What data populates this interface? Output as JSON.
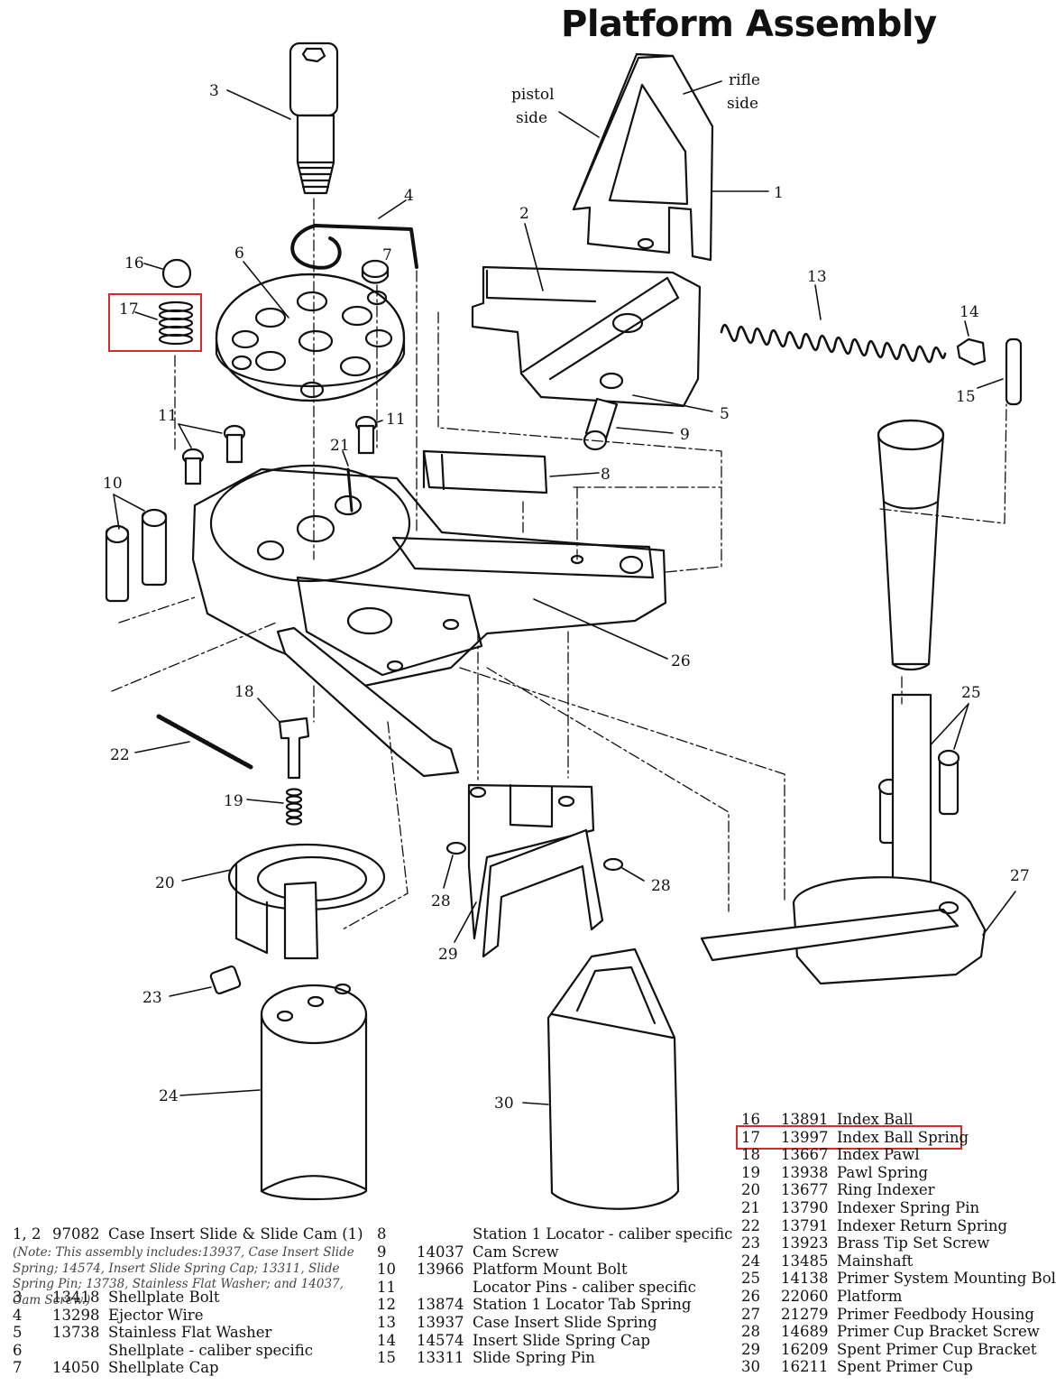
{
  "title": "Platform Assembly",
  "part_callouts": {
    "n1": "1",
    "n2": "2",
    "n3": "3",
    "n4": "4",
    "n5": "5",
    "n6": "6",
    "n7": "7",
    "n8": "8",
    "n9": "9",
    "n10": "10",
    "n11a": "11",
    "n11b": "11",
    "n13": "13",
    "n14": "14",
    "n15": "15",
    "n16": "16",
    "n17": "17",
    "n18": "18",
    "n19": "19",
    "n20": "20",
    "n21": "21",
    "n22": "22",
    "n23": "23",
    "n24": "24",
    "n25": "25",
    "n26": "26",
    "n27": "27",
    "n28a": "28",
    "n28b": "28",
    "n29": "29",
    "n30": "30"
  },
  "annotations": {
    "pistol_1": "pistol",
    "pistol_2": "side",
    "rifle_1": "rifle",
    "rifle_2": "side"
  },
  "highlight_color": "#d62a2a",
  "legend_bottom_left": {
    "first": {
      "num": "1, 2",
      "part": "97082",
      "desc": "Case Insert Slide & Slide Cam (1)"
    },
    "note": "(Note: This assembly includes:13937, Case Insert Slide Spring; 14574, Insert Slide Spring Cap; 13311, Slide Spring Pin; 13738, Stainless Flat Washer; and 14037, Cam Screw.)",
    "rows": [
      {
        "num": "3",
        "part": "13418",
        "desc": "Shellplate Bolt"
      },
      {
        "num": "4",
        "part": "13298",
        "desc": "Ejector Wire"
      },
      {
        "num": "5",
        "part": "13738",
        "desc": "Stainless Flat Washer"
      },
      {
        "num": "6",
        "part": "",
        "desc": "Shellplate - caliber specific"
      },
      {
        "num": "7",
        "part": "14050",
        "desc": "Shellplate Cap"
      }
    ]
  },
  "legend_bottom_middle": [
    {
      "num": "8",
      "part": "",
      "desc": "Station 1 Locator - caliber specific"
    },
    {
      "num": "9",
      "part": "14037",
      "desc": "Cam Screw"
    },
    {
      "num": "10",
      "part": "13966",
      "desc": "Platform Mount Bolt"
    },
    {
      "num": "11",
      "part": "",
      "desc": "Locator Pins  - caliber specific"
    },
    {
      "num": "12",
      "part": "13874",
      "desc": "Station 1 Locator Tab Spring"
    },
    {
      "num": "13",
      "part": "13937",
      "desc": "Case Insert Slide Spring"
    },
    {
      "num": "14",
      "part": "14574",
      "desc": "Insert Slide Spring Cap"
    },
    {
      "num": "15",
      "part": "13311",
      "desc": "Slide Spring Pin"
    }
  ],
  "legend_right": [
    {
      "num": "16",
      "part": "13891",
      "desc": "Index Ball"
    },
    {
      "num": "17",
      "part": "13997",
      "desc": "Index Ball Spring"
    },
    {
      "num": "18",
      "part": "13667",
      "desc": "Index Pawl"
    },
    {
      "num": "19",
      "part": "13938",
      "desc": "Pawl Spring"
    },
    {
      "num": "20",
      "part": "13677",
      "desc": "Ring Indexer"
    },
    {
      "num": "21",
      "part": "13790",
      "desc": "Indexer Spring Pin"
    },
    {
      "num": "22",
      "part": "13791",
      "desc": "Indexer Return Spring"
    },
    {
      "num": "23",
      "part": "13923",
      "desc": "Brass Tip Set Screw"
    },
    {
      "num": "24",
      "part": "13485",
      "desc": "Mainshaft"
    },
    {
      "num": "25",
      "part": "14138",
      "desc": "Primer System Mounting Bolts"
    },
    {
      "num": "26",
      "part": "22060",
      "desc": "Platform"
    },
    {
      "num": "27",
      "part": "21279",
      "desc": "Primer Feedbody Housing"
    },
    {
      "num": "28",
      "part": "14689",
      "desc": "Primer Cup Bracket Screw"
    },
    {
      "num": "29",
      "part": "16209",
      "desc": "Spent Primer Cup Bracket"
    },
    {
      "num": "30",
      "part": "16211",
      "desc": "Spent Primer Cup"
    }
  ]
}
